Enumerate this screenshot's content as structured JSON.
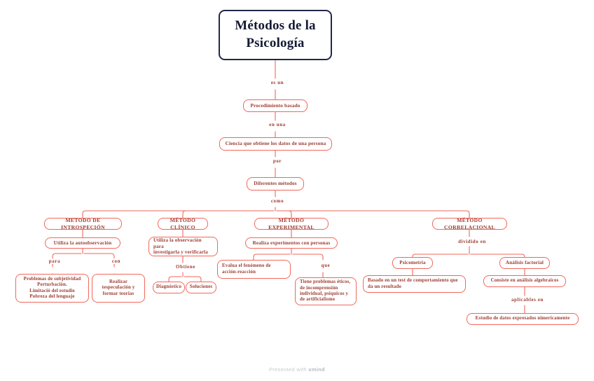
{
  "root": {
    "title_line1": "Métodos de la",
    "title_line2": "Psicología"
  },
  "edge_labels": {
    "es_un": "es un",
    "en_una": "en una",
    "por": "por",
    "como": "como",
    "para": "para",
    "con": "con",
    "obtiene": "Obtiene",
    "que": "que",
    "dividido_en": "dividido en",
    "aplicables_en": "aplicables en"
  },
  "trunk": {
    "procedimiento": "Procedimiento basado",
    "ciencia": "Ciencia que obtiene los datos de una persona",
    "metodos": "Diferentes métodos"
  },
  "branches": {
    "introspeccion": {
      "head": "METODO DE INTROSPECIÓN",
      "sub": "Utiliza la autoobservación",
      "leaf_para": "Problemas de subjetividad\nPerturbación.\nLimitació del estudio\nPobreza del lenguaje",
      "leaf_con": "Realizar\ntespeculación y\nformar teorias"
    },
    "clinico": {
      "head": "MÉTODO CLÍNICO",
      "sub": "Utiliza la observación para\ninvestigarla y verificarla",
      "leaf_diagnostico": "Diagnóstico",
      "leaf_soluciones": "Soluciones"
    },
    "experimental": {
      "head": "MÉTODO EXPERIMENTAL",
      "sub": "Realiza experimentos con personas",
      "leaf_evalua": "Evalua el fenómeno de\nacción-reacción",
      "leaf_problemas": "Tiene problemas éticos,\nde incomprensión\nindividual, psiquicos y\nde artificialismo"
    },
    "correlacional": {
      "head": "MÉTODO CORRELACIONAL",
      "psicometria": "Psicometria",
      "psicometria_leaf": "Basado en un test de comportamiento que\nda un resultado",
      "analisis": "Análisis factorial",
      "analisis_leaf": "Consiste en análisis algebraicos",
      "estudio_leaf": "Estudio de datos expresados nimericamente"
    }
  },
  "footer": {
    "prefix": "Presented with ",
    "brand": "xmind"
  },
  "colors": {
    "connector": "#f2675a",
    "node_border": "#f2675a",
    "node_text": "#9c3b30",
    "root_border": "#20294a",
    "root_text": "#141a33",
    "footer_text": "#c9c9cf",
    "background": "#ffffff"
  }
}
